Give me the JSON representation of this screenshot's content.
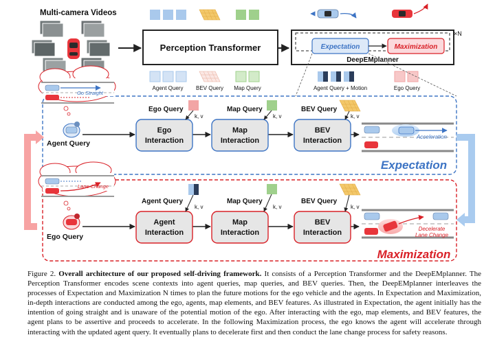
{
  "figure": {
    "multi_camera_label": "Multi-camera Videos",
    "perception_transformer": "Perception Transformer",
    "deepem": {
      "title": "DeepEMplanner",
      "expectation": "Expectation",
      "maximization": "Maximization",
      "repeat": "×N"
    },
    "queries_top": {
      "agent": "Agent Query",
      "bev": "BEV Query",
      "map": "Map Query",
      "agent_motion": "Agent Query + Motion",
      "ego": "Ego Query"
    },
    "expectation_panel": {
      "thought": "Go Straight",
      "left_label": "Agent Query",
      "blocks": [
        {
          "query": "Ego Query",
          "name_line1": "Ego",
          "name_line2": "Interaction"
        },
        {
          "query": "Map Query",
          "name_line1": "Map",
          "name_line2": "Interaction"
        },
        {
          "query": "BEV Query",
          "name_line1": "BEV",
          "name_line2": "Interaction"
        }
      ],
      "kv": "k, v",
      "result": "Acceleration",
      "title": "Expectation"
    },
    "maximization_panel": {
      "thought": "Lane Change",
      "left_label": "Ego Query",
      "blocks": [
        {
          "query": "Agent Query",
          "name_line1": "Agent",
          "name_line2": "Interaction"
        },
        {
          "query": "Map Query",
          "name_line1": "Map",
          "name_line2": "Interaction"
        },
        {
          "query": "BEV Query",
          "name_line1": "BEV",
          "name_line2": "Interaction"
        }
      ],
      "kv": "k, v",
      "result_line1": "Decelerate",
      "result_line2": "Lane Change",
      "title": "Maximization"
    },
    "colors": {
      "blue_query": "#a9c9ec",
      "green_query": "#9fd08c",
      "bev_orange": "#f3c86a",
      "red_query": "#f2a5a5",
      "expectation_blue": "#3d74c4",
      "maximization_red": "#d92027",
      "block_fill": "#e6e6e6"
    }
  },
  "caption": {
    "label": "Figure 2.",
    "bold": "Overall architecture of our proposed self-driving framework.",
    "text": "It consists of a Perception Transformer and the DeepEMplanner. The Perception Transformer encodes scene contexts into agent queries, map queries, and BEV queries. Then, the DeepEMplanner interleaves the processes of Expectation and Maximization N times to plan the future motions for the ego vehicle and the agents. In Expectation and Maximization, in-depth interactions are conducted among the ego, agents, map elements, and BEV features. As illustrated in Expectation, the agent initially has the intention of going straight and is unaware of the potential motion of the ego. After interacting with the ego, map elements, and BEV features, the agent plans to be assertive and proceeds to accelerate. In the following Maximization process, the ego knows the agent will accelerate through interacting with the updated agent query. It eventually plans to decelerate first and then conduct the lane change process for safety reasons."
  }
}
